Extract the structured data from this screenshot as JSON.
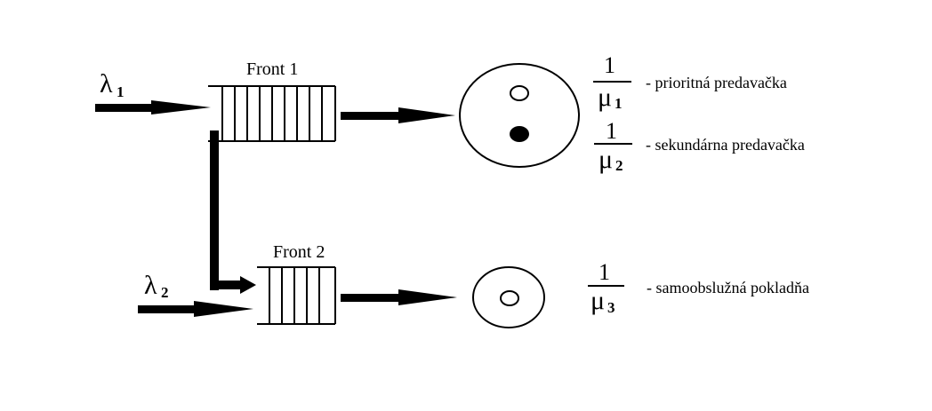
{
  "colors": {
    "ink": "#000000",
    "background": "#ffffff"
  },
  "arrivals": [
    {
      "symbol": "λ",
      "subscript": "1"
    },
    {
      "symbol": "λ",
      "subscript": "2"
    }
  ],
  "queues": [
    {
      "label": "Front 1"
    },
    {
      "label": "Front 2"
    }
  ],
  "servers": [
    {
      "numerator": "1",
      "symbol": "μ",
      "subscript": "1",
      "description": "- prioritná predavačka",
      "marker": "hollow"
    },
    {
      "numerator": "1",
      "symbol": "μ",
      "subscript": "2",
      "description": "- sekundárna predavačka",
      "marker": "filled"
    },
    {
      "numerator": "1",
      "symbol": "μ",
      "subscript": "3",
      "description": "- samoobslužná pokladňa",
      "marker": "hollow"
    }
  ]
}
